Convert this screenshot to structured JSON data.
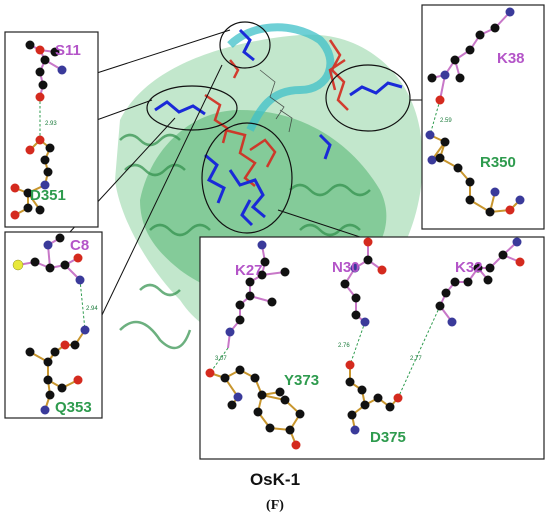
{
  "figure": {
    "title": "OsK-1",
    "panel_label": "(F)"
  },
  "panels": {
    "top_left": {
      "residue_top": "S11",
      "residue_bottom": "D351",
      "distance": "2.93"
    },
    "mid_left": {
      "residue_top": "C8",
      "residue_bottom": "Q353",
      "distance": "2.94"
    },
    "top_right": {
      "residue_top": "K38",
      "residue_bottom": "R350",
      "distance": "2.59"
    },
    "bottom": {
      "k27": "K27",
      "y373": "Y373",
      "d_k27": "3.07",
      "n30": "N30",
      "d_n30": "2.76",
      "k32": "K32",
      "d375": "D375",
      "d_k32": "2.77"
    }
  },
  "colors": {
    "ligand_label": "#b455c8",
    "receptor_label": "#2e9b4e",
    "oxygen": "#d42a1e",
    "nitrogen": "#3a3a9a",
    "carbon": "#111111",
    "sulfur": "#e8e83a",
    "protein": "#3aa85a",
    "ligand_blue": "#1a2ad8",
    "ligand_red": "#d42a1e"
  }
}
